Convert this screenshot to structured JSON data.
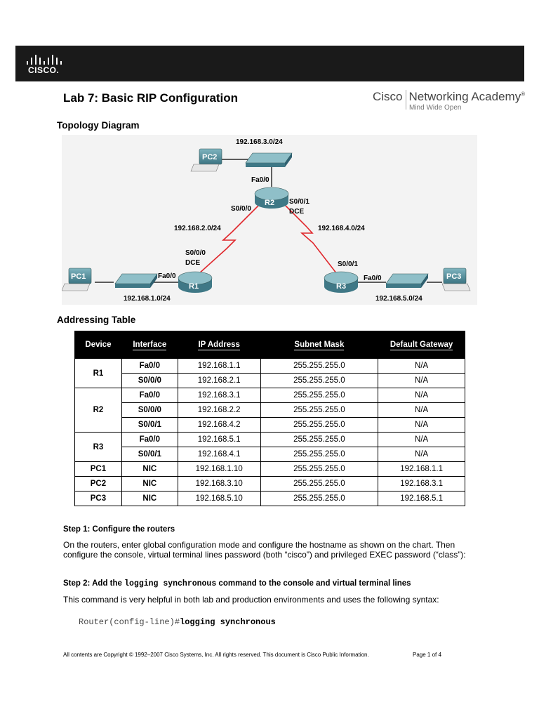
{
  "header": {
    "logo_word": "CISCO.",
    "lab_title": "Lab 7: Basic RIP Configuration",
    "academy_left": "Cisco",
    "academy_right": "Networking Academy",
    "academy_reg": "®",
    "academy_tagline": "Mind Wide Open"
  },
  "sections": {
    "topology": "Topology Diagram",
    "addressing": "Addressing Table"
  },
  "topology": {
    "net_top": "192.168.3.0/24",
    "pc2": "PC2",
    "r2_fa": "Fa0/0",
    "r2": "R2",
    "r2_s000": "S0/0/0",
    "r2_s001": "S0/0/1",
    "r2_dce": "DCE",
    "net_left": "192.168.2.0/24",
    "net_right": "192.168.4.0/24",
    "r1_s000": "S0/0/0",
    "r1_dce": "DCE",
    "r3_s001": "S0/0/1",
    "pc1": "PC1",
    "r1_fa": "Fa0/0",
    "r1": "R1",
    "r3": "R3",
    "r3_fa": "Fa0/0",
    "pc3": "PC3",
    "net_bl": "192.168.1.0/24",
    "net_br": "192.168.5.0/24"
  },
  "table": {
    "headers": [
      "Device",
      "Interface",
      "IP Address",
      "Subnet Mask",
      "Default Gateway"
    ],
    "groups": [
      {
        "device": "R1",
        "rows": [
          {
            "interface": "Fa0/0",
            "ip": "192.168.1.1",
            "mask": "255.255.255.0",
            "gateway": "N/A"
          },
          {
            "interface": "S0/0/0",
            "ip": "192.168.2.1",
            "mask": "255.255.255.0",
            "gateway": "N/A"
          }
        ]
      },
      {
        "device": "R2",
        "rows": [
          {
            "interface": "Fa0/0",
            "ip": "192.168.3.1",
            "mask": "255.255.255.0",
            "gateway": "N/A"
          },
          {
            "interface": "S0/0/0",
            "ip": "192.168.2.2",
            "mask": "255.255.255.0",
            "gateway": "N/A"
          },
          {
            "interface": "S0/0/1",
            "ip": "192.168.4.2",
            "mask": "255.255.255.0",
            "gateway": "N/A"
          }
        ]
      },
      {
        "device": "R3",
        "rows": [
          {
            "interface": "Fa0/0",
            "ip": "192.168.5.1",
            "mask": "255.255.255.0",
            "gateway": "N/A"
          },
          {
            "interface": "S0/0/1",
            "ip": "192.168.4.1",
            "mask": "255.255.255.0",
            "gateway": "N/A"
          }
        ]
      },
      {
        "device": "PC1",
        "rows": [
          {
            "interface": "NIC",
            "ip": "192.168.1.10",
            "mask": "255.255.255.0",
            "gateway": "192.168.1.1"
          }
        ]
      },
      {
        "device": "PC2",
        "rows": [
          {
            "interface": "NIC",
            "ip": "192.168.3.10",
            "mask": "255.255.255.0",
            "gateway": "192.168.3.1"
          }
        ]
      },
      {
        "device": "PC3",
        "rows": [
          {
            "interface": "NIC",
            "ip": "192.168.5.10",
            "mask": "255.255.255.0",
            "gateway": "192.168.5.1"
          }
        ]
      }
    ]
  },
  "steps": {
    "step1_title": "Step 1: Configure the routers",
    "step1_body": "On the routers, enter global configuration mode and configure the hostname as shown on the chart. Then configure the console, virtual terminal lines password (both “cisco”) and privileged EXEC password (“class”):",
    "step2_prefix": "Step 2: Add the ",
    "step2_code": "logging synchronous",
    "step2_suffix": " command to the console and virtual terminal lines",
    "step2_body": "This command is very helpful in both lab and production environments and uses the following syntax:",
    "cmd_prompt": "Router(config-line)#",
    "cmd_text": "logging synchronous"
  },
  "footer": {
    "copyright": "All contents are Copyright © 1992–2007 Cisco Systems, Inc. All rights reserved. This document is Cisco Public Information.",
    "page": "Page 1 of 4"
  },
  "colors": {
    "banner": "#1a1a1a",
    "serial_link": "#e0262b",
    "device_teal": "#4d8a96"
  }
}
